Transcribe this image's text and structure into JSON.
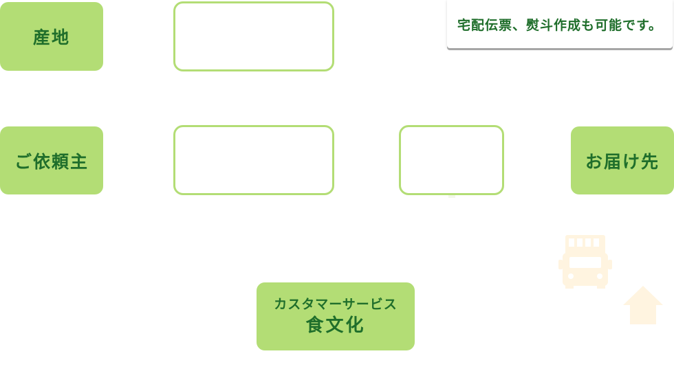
{
  "labels": {
    "origin": "産地",
    "client": "ご依頼主",
    "destination": "お届け先"
  },
  "note": {
    "text": "宅配伝票、熨斗作成も可能です。"
  },
  "culture_box": {
    "subtitle": "カスタマーサービス",
    "title": "食文化"
  },
  "colors": {
    "accent_green": "#b3dd75",
    "text_green": "#1f6e2b",
    "deco_cream": "#fff4e0"
  },
  "icons": [
    "truck-icon",
    "house-icon"
  ]
}
